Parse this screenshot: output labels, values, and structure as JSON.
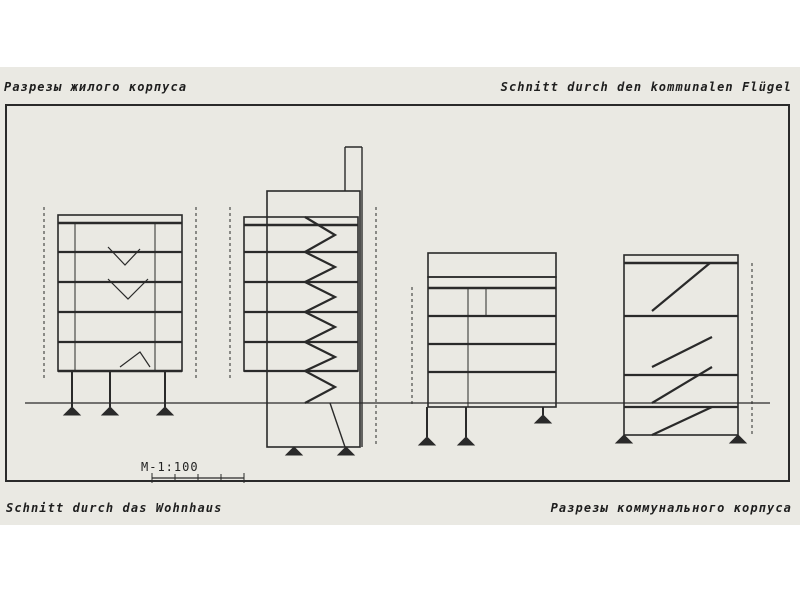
{
  "captions": {
    "top_left": "Разрезы жилого корпуса",
    "top_right": "Schnitt durch den kommunalen Flügel",
    "bottom_left": "Schnitt durch das Wohnhaus",
    "bottom_right": "Разрезы коммунального корпуса"
  },
  "scale_label": "M-1:100",
  "colors": {
    "paper": "#eae9e3",
    "ink": "#2a2a2a"
  }
}
